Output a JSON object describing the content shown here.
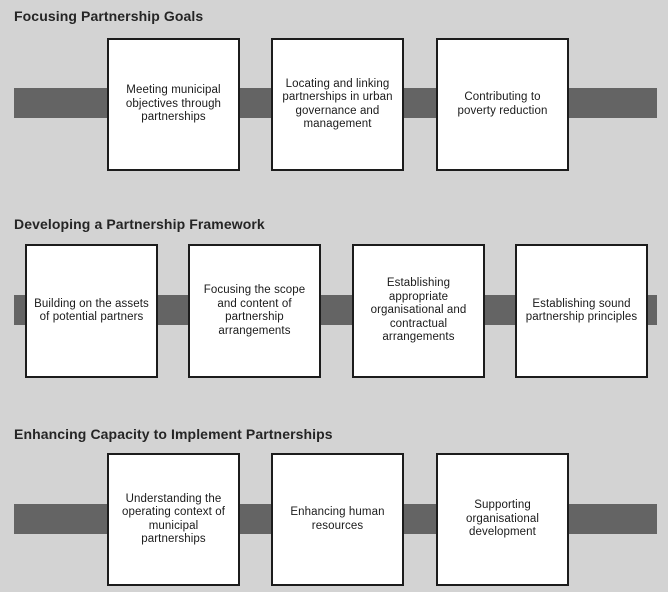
{
  "colors": {
    "background": "#d3d3d3",
    "band": "#646464",
    "box_border": "#1c1c1c",
    "box_fill": "#ffffff",
    "text": "#1a1a1a",
    "title": "#252525"
  },
  "sections": [
    {
      "title": "Focusing Partnership Goals",
      "boxes": [
        {
          "label": "Meeting municipal objectives through partnerships"
        },
        {
          "label": "Locating and linking partnerships in urban governance and management"
        },
        {
          "label": "Contributing to poverty reduction"
        }
      ]
    },
    {
      "title": "Developing a Partnership Framework",
      "boxes": [
        {
          "label": "Building on the assets of potential partners"
        },
        {
          "label": "Focusing the scope and content of partnership arrangements"
        },
        {
          "label": "Establishing appropriate organisational and contractual arrangements"
        },
        {
          "label": "Establishing sound partnership principles"
        }
      ]
    },
    {
      "title": "Enhancing Capacity to Implement Partnerships",
      "boxes": [
        {
          "label": "Understanding the operating context of municipal partnerships"
        },
        {
          "label": "Enhancing human resources"
        },
        {
          "label": "Supporting organisational development"
        }
      ]
    }
  ]
}
